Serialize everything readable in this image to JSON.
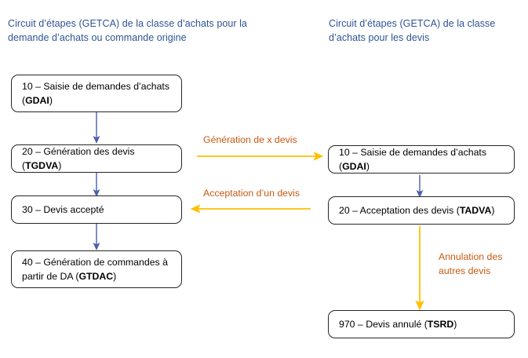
{
  "diagram": {
    "type": "flowchart",
    "title_left": "Circuit d’étapes (GETCA) de la classe d’achats pour la demande d’achats ou commande origine",
    "title_right": "Circuit d’étapes (GETCA) de la classe d’achats pour les devis",
    "colors": {
      "heading_blue": "#2e5496",
      "node_border": "#262626",
      "node_text": "#000000",
      "arrow_blue": "#4a5fae",
      "arrow_amber": "#ffc000",
      "label_orange": "#c55a11",
      "background": "#ffffff"
    }
  },
  "columns": {
    "left": {
      "heading": "Circuit d’étapes (GETCA) de la classe d’achats pour la demande d’achats ou commande origine",
      "nodes": [
        {
          "id": "L10",
          "step": "10",
          "label": "10 – Saisie de demandes d’achats (GDAI)",
          "text_plain": "10 – Saisie de demandes d’achats",
          "code": "GDAI"
        },
        {
          "id": "L20",
          "step": "20",
          "label": "20 – Génération des devis (TGDVA)",
          "text_plain": "20 – Génération des devis",
          "code": "TGDVA"
        },
        {
          "id": "L30",
          "step": "30",
          "label": "30 – Devis accepté",
          "text_plain": "30 – Devis accepté",
          "code": ""
        },
        {
          "id": "L40",
          "step": "40",
          "label": "40 – Génération de commandes à partir de DA (GTDAC)",
          "text_plain": "40 – Génération de commandes à partir de DA",
          "code": "GTDAC"
        }
      ]
    },
    "right": {
      "heading": "Circuit d’étapes (GETCA) de la classe d’achats pour les devis",
      "nodes": [
        {
          "id": "R10",
          "step": "10",
          "label": "10 – Saisie de demandes d’achats (GDAI)",
          "text_plain": "10 – Saisie de demandes d’achats",
          "code": "GDAI"
        },
        {
          "id": "R20",
          "step": "20",
          "label": "20 – Acceptation des devis (TADVA)",
          "text_plain": "20 – Acceptation des devis",
          "code": "TADVA"
        },
        {
          "id": "R970",
          "step": "970",
          "label": "970 – Devis annulé (TSRD)",
          "text_plain": "970 – Devis annulé",
          "code": "TSRD"
        }
      ]
    }
  },
  "edges": [
    {
      "id": "e-l10-l20",
      "from": "L10",
      "to": "L20",
      "label": "",
      "color": "#4a5fae",
      "direction": "down"
    },
    {
      "id": "e-l20-l30",
      "from": "L20",
      "to": "L30",
      "label": "",
      "color": "#4a5fae",
      "direction": "down"
    },
    {
      "id": "e-l30-l40",
      "from": "L30",
      "to": "L40",
      "label": "",
      "color": "#4a5fae",
      "direction": "down"
    },
    {
      "id": "e-r10-r20",
      "from": "R10",
      "to": "R20",
      "label": "",
      "color": "#4a5fae",
      "direction": "down"
    },
    {
      "id": "e-l20-r10",
      "from": "L20",
      "to": "R10",
      "label": "Génération de x devis",
      "color": "#ffc000",
      "direction": "right"
    },
    {
      "id": "e-r20-l30",
      "from": "R20",
      "to": "L30",
      "label": "Acceptation d’un devis",
      "color": "#ffc000",
      "direction": "left"
    },
    {
      "id": "e-r20-r970",
      "from": "R20",
      "to": "R970",
      "label": "Annulation des autres devis",
      "color": "#ffc000",
      "direction": "down"
    }
  ],
  "edge_labels": {
    "generation_x_devis": "Génération de x devis",
    "acceptation_un_devis": "Acceptation d’un devis",
    "annulation_autres_devis": "Annulation des\nautres devis"
  },
  "node_text": {
    "L10_a": "10 – Saisie de demandes d’achats",
    "L10_b": "GDAI",
    "L20_a": "20 – Génération des devis (",
    "L20_b": "TGDVA",
    "L20_c": ")",
    "L30_a": "30 – Devis accepté",
    "L40_a": "40 – Génération de commandes à partir de DA (",
    "L40_b": "GTDAC",
    "L40_c": ")",
    "R10_a": "10 – Saisie de demandes d’achats (",
    "R10_b": "GDAI",
    "R10_c": ")",
    "R20_a": "20 – Acceptation des devis (",
    "R20_b": "TADVA",
    "R20_c": ")",
    "R970_a": "970 – Devis annulé (",
    "R970_b": "TSRD",
    "R970_c": ")",
    "L10_open": "(",
    "L10_close": ")"
  }
}
